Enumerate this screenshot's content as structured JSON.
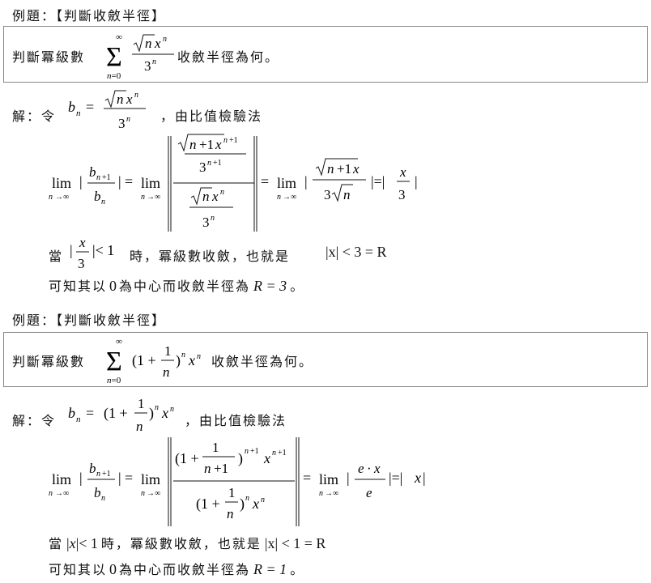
{
  "examples": [
    {
      "heading": "例題：【判斷收斂半徑】",
      "question_prefix": "判斷冪級數",
      "question_suffix": "收斂半徑為何。",
      "series_term": "√n xⁿ / 3ⁿ",
      "solution_prefix": "解：令",
      "solution_suffix": "，由比值檢驗法",
      "b_n": "√n xⁿ / 3ⁿ",
      "ratio_result": "|x/3|",
      "condition_prefix": "當",
      "condition_mid": "時，冪級數收斂，也就是",
      "condition_math": "|x| < 3 = R",
      "conclusion_prefix": "可知其以",
      "conclusion_center": "0",
      "conclusion_mid": "為中心而收斂半徑為",
      "radius_expr": "R = 3",
      "conclusion_end": "。"
    },
    {
      "heading": "例題：【判斷收斂半徑】",
      "question_prefix": "判斷冪級數",
      "question_suffix": "收斂半徑為何。",
      "series_term": "(1 + 1/n)ⁿ xⁿ",
      "solution_prefix": "解：令",
      "solution_suffix": "，由比值檢驗法",
      "b_n": "(1 + 1/n)ⁿ xⁿ",
      "ratio_result": "|x|",
      "condition_prefix": "當",
      "condition_mid": "時，冪級數收斂，也就是",
      "condition_math": "|x| < 1 = R",
      "conclusion_prefix": "可知其以",
      "conclusion_center": "0",
      "conclusion_mid": "為中心而收斂半徑為",
      "radius_expr": "R = 1",
      "conclusion_end": "。"
    }
  ]
}
